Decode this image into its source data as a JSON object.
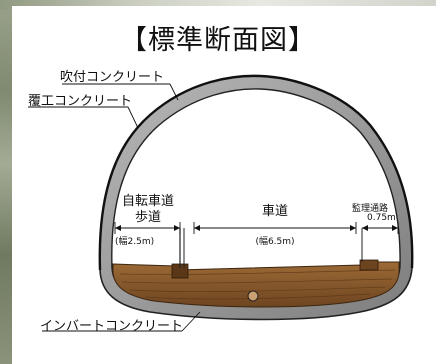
{
  "title": "【標準断面図】",
  "labels": {
    "shotcrete": "吹付コンクリート",
    "lining": "覆工コンクリート",
    "bike_walk": "自転車道",
    "bike_walk2": "歩道",
    "bike_width": "(幅2.5m)",
    "roadway": "車道",
    "roadway_width": "(幅6.5m)",
    "maint_path": "監理通路",
    "maint_width": "0.75m",
    "invert": "インバートコンクリート"
  },
  "colors": {
    "lining": "#9a9a9a",
    "deck": "#8b5a2b",
    "deck_dark": "#5c3a1a"
  }
}
